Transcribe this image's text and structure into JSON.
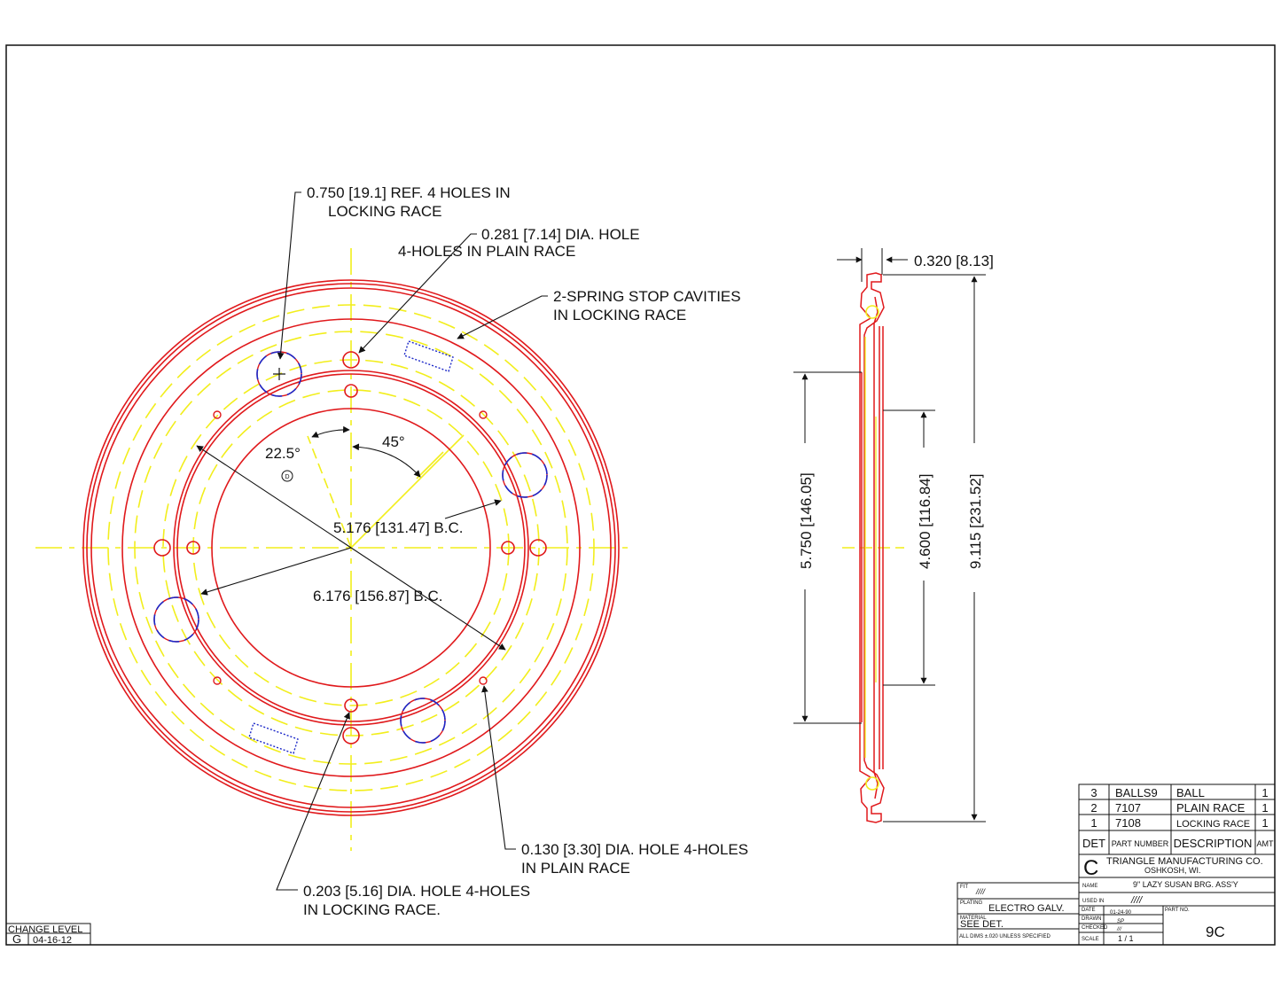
{
  "colors": {
    "red": "#e0191c",
    "yellow": "#f2ee1c",
    "blue": "#1b27c8",
    "black": "#111111"
  },
  "annotations": {
    "ref_holes_l1": "0.750 [19.1] REF. 4 HOLES IN",
    "ref_holes_l2": "LOCKING RACE",
    "plain_hole_l1": "0.281 [7.14] DIA. HOLE",
    "plain_hole_l2": "4-HOLES IN PLAIN RACE",
    "spring_l1": "2-SPRING STOP CAVITIES",
    "spring_l2": "IN LOCKING RACE",
    "angle_a": "22.5°",
    "angle_b": "45°",
    "datum": "D",
    "bc_inner": "5.176 [131.47] B.C.",
    "bc_outer": "6.176 [156.87] B.C.",
    "small_hole_l1": "0.130 [3.30] DIA. HOLE 4-HOLES",
    "small_hole_l2": "IN PLAIN RACE",
    "lock_hole_l1": "0.203 [5.16] DIA. HOLE 4-HOLES",
    "lock_hole_l2": "IN LOCKING RACE."
  },
  "section": {
    "thickness": "0.320 [8.13]",
    "dim_a": "5.750 [146.05]",
    "dim_b": "4.600 [116.84]",
    "dim_c": "9.115 [231.52]"
  },
  "bom": {
    "rows": [
      {
        "det": "3",
        "part": "BALLS9",
        "desc": "BALL",
        "amt": "1"
      },
      {
        "det": "2",
        "part": "7107",
        "desc": "PLAIN RACE",
        "amt": "1"
      },
      {
        "det": "1",
        "part": "7108",
        "desc": "LOCKING RACE",
        "amt": "1"
      }
    ],
    "headers": {
      "det": "DET",
      "part": "PART NUMBER",
      "desc": "DESCRIPTION",
      "amt": "AMT"
    }
  },
  "title_block": {
    "size": "C",
    "company": "TRIANGLE MANUFACTURING CO.",
    "city": "OSHKOSH, WI.",
    "name_label": "NAME",
    "name": "9\" LAZY SUSAN BRG. ASS'Y",
    "used_in_label": "USED IN",
    "used_in": "////",
    "date_label": "DATE",
    "date": "01-24-90",
    "part_no_label": "PART NO.",
    "part_no": "9C",
    "drawn_label": "DRAWN",
    "drawn": "SP",
    "checked_label": "CHECKED",
    "checked": "///",
    "scale_label": "SCALE",
    "scale": "1 / 1",
    "fit_label": "FIT",
    "fit": "////",
    "plating_label": "PLATING",
    "plating": "ELECTRO GALV.",
    "material_label": "MATERIAL",
    "material": "SEE DET.",
    "tolerance": "ALL DIMS ±.020 UNLESS SPECIFIED"
  },
  "change": {
    "label": "CHANGE LEVEL",
    "level": "G",
    "date": "04-16-12"
  }
}
